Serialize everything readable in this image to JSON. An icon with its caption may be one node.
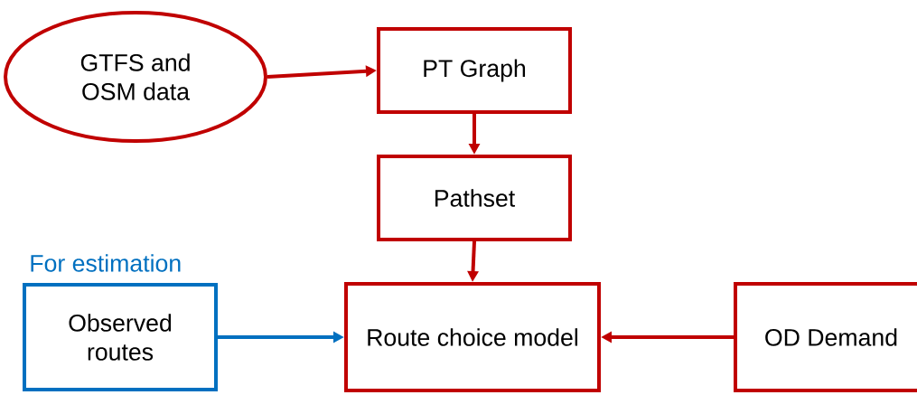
{
  "diagram": {
    "nodes": [
      {
        "text": [
          "GTFS and OSM data"
        ]
      },
      {
        "text": [
          "PT Graph"
        ]
      },
      {
        "text": [
          "Pathset"
        ]
      },
      {
        "text": [
          "For estimation",
          "Observed routes"
        ]
      },
      {
        "text": [
          "Route choice model"
        ]
      },
      {
        "text": [
          "OD Demand"
        ]
      }
    ],
    "edges": [
      {
        "from": 0,
        "to": 1,
        "arrow": "to"
      },
      {
        "from": 1,
        "to": 2,
        "arrow": "to"
      },
      {
        "from": 2,
        "to": 4,
        "arrow": "to"
      },
      {
        "from": 3,
        "to": 4,
        "arrow": "to",
        "color": "#0070c0"
      },
      {
        "from": 5,
        "to": 4,
        "arrow": "to"
      }
    ]
  }
}
